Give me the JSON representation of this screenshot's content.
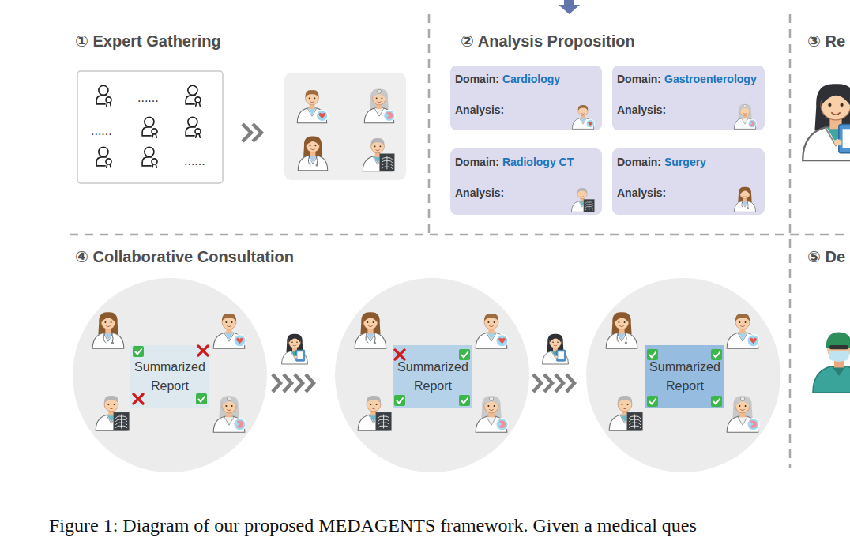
{
  "diagram": {
    "caption": "Figure 1: Diagram of our proposed MEDAGENTS framework. Given a medical ques",
    "nodes": [
      {
        "text": [
          "① Expert Gathering"
        ]
      },
      {
        "text": [
          "② Analysis Proposition"
        ]
      },
      {
        "text": [
          "Domain:",
          "Cardiology",
          "Analysis:"
        ],
        "in": 1
      },
      {
        "text": [
          "Domain:",
          "Gastroenterology",
          "Analysis:"
        ],
        "in": 1
      },
      {
        "text": [
          "Domain:",
          "Radiology CT",
          "Analysis:"
        ],
        "in": 1
      },
      {
        "text": [
          "Domain:",
          "Surgery",
          "Analysis:"
        ],
        "in": 1
      },
      {
        "text": [
          "③ Re"
        ]
      },
      {
        "text": [
          "④ Collaborative Consultation"
        ]
      },
      {
        "text": [
          "Summarized Report"
        ],
        "in": 7
      },
      {
        "text": [
          "Summarized Report"
        ],
        "in": 7
      },
      {
        "text": [
          "Summarized Report"
        ],
        "in": 7
      },
      {
        "text": [
          "⑤ De"
        ]
      }
    ],
    "labels": [
      "......",
      "......",
      "......"
    ]
  }
}
